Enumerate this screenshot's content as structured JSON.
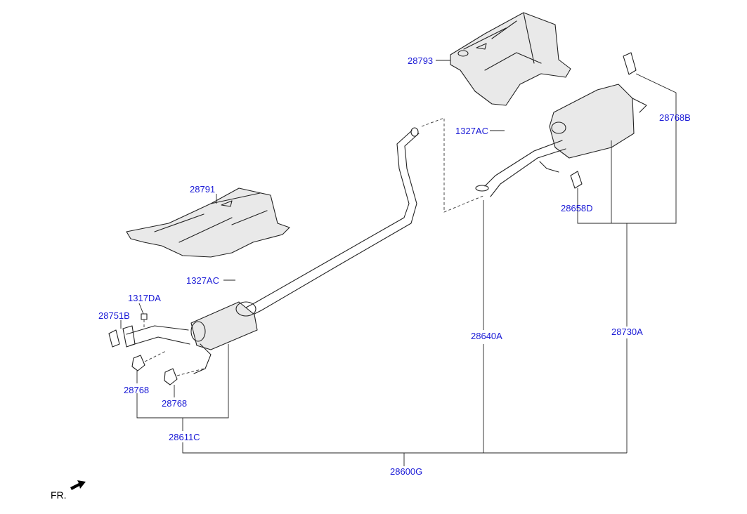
{
  "parts": {
    "heat_protector_rear": "28793",
    "nut_rear": "1327AC",
    "hanger_rear": "28768B",
    "hanger_muffler": "28658D",
    "heat_protector_front": "28791",
    "nut_front": "1327AC",
    "bolt": "1317DA",
    "gasket": "28751B",
    "hanger_left": "28768",
    "hanger_right": "28768",
    "center_pipe": "28640A",
    "rear_muffler": "28730A",
    "front_muffler": "28611C",
    "muffler_assy": "28600G"
  },
  "direction_label": "FR."
}
